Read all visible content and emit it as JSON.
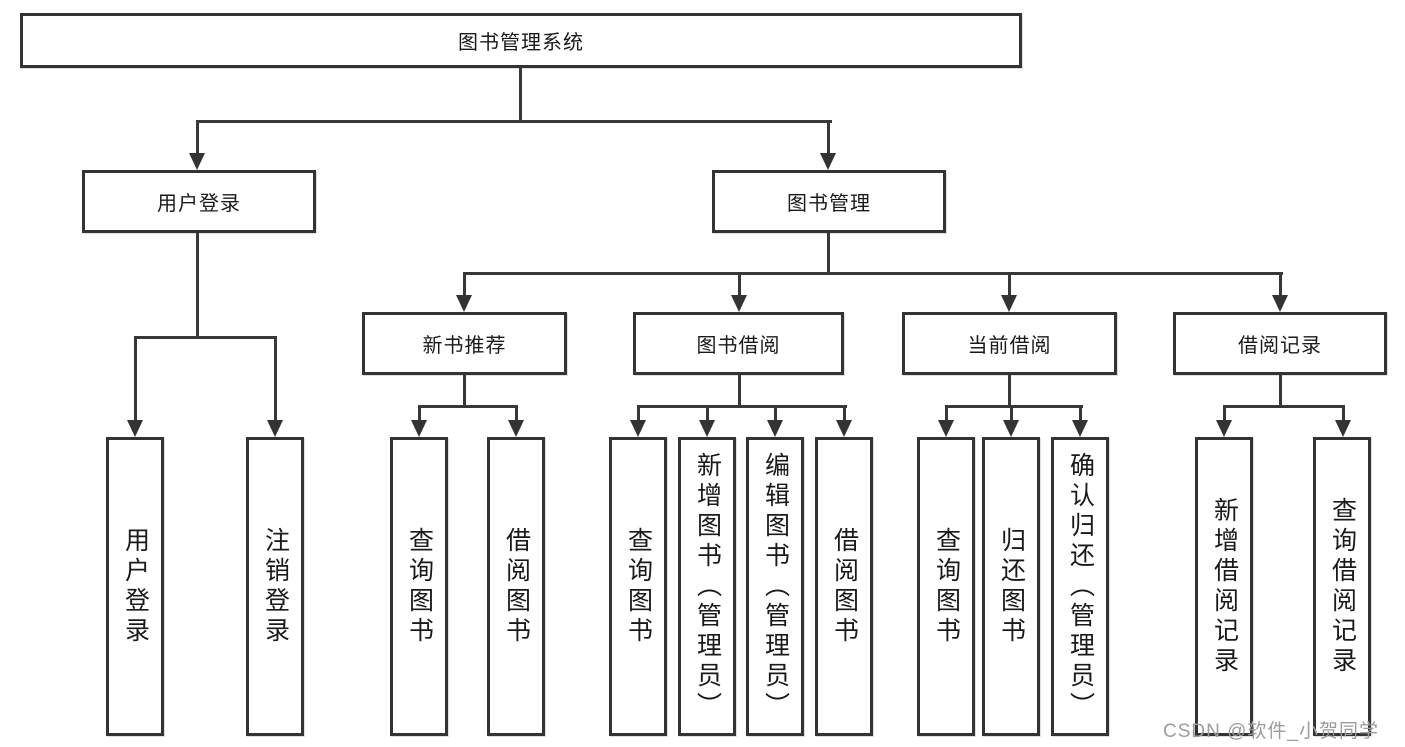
{
  "diagram": {
    "title": "图书管理系统",
    "level2": [
      {
        "label": "用户登录"
      },
      {
        "label": "图书管理"
      }
    ],
    "level3": [
      {
        "label": "新书推荐"
      },
      {
        "label": "图书借阅"
      },
      {
        "label": "当前借阅"
      },
      {
        "label": "借阅记录"
      }
    ],
    "leaves": [
      {
        "label": "用户登录"
      },
      {
        "label": "注销登录"
      },
      {
        "label": "查询图书"
      },
      {
        "label": "借阅图书"
      },
      {
        "label": "查询图书"
      },
      {
        "label": "新增图书（管理员）"
      },
      {
        "label": "编辑图书（管理员）"
      },
      {
        "label": "借阅图书"
      },
      {
        "label": "查询图书"
      },
      {
        "label": "归还图书"
      },
      {
        "label": "确认归还（管理员）"
      },
      {
        "label": "新增借阅记录"
      },
      {
        "label": "查询借阅记录"
      }
    ]
  },
  "watermark": "CSDN @软件_小贺同学",
  "colors": {
    "line": "#333333",
    "box_border": "#333333",
    "box_fill": "#ffffff",
    "text": "#1a1a1a",
    "watermark": "#9c9c9c"
  }
}
